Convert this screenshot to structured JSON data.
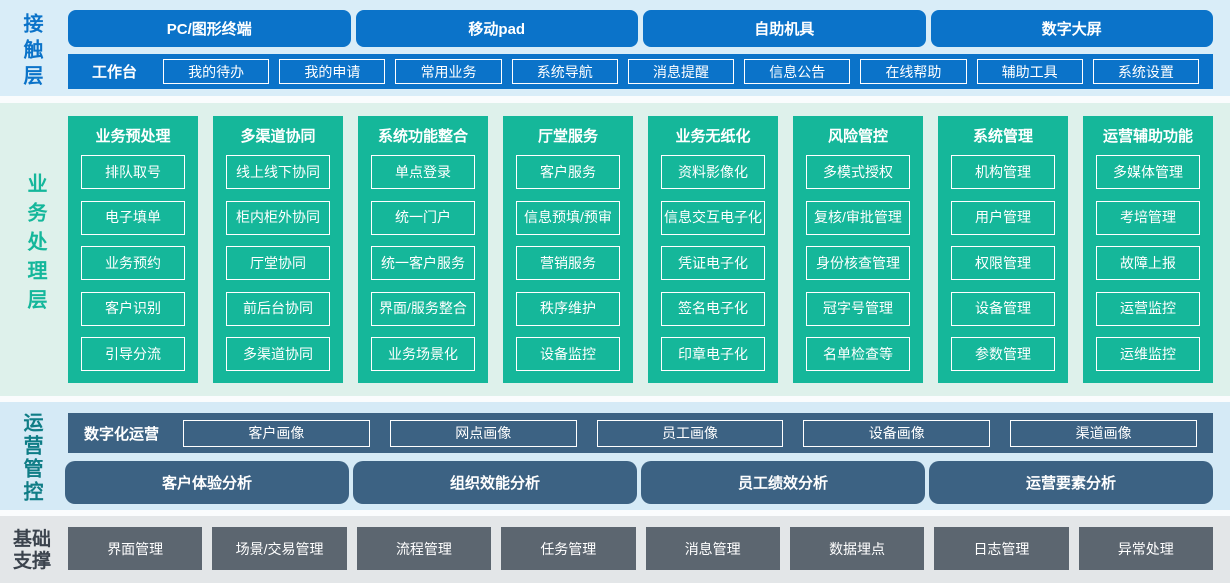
{
  "colors": {
    "blue": "#0b73c9",
    "teal_green": "#15b79a",
    "slate_blue": "#3c6283",
    "gray": "#5c6670",
    "contact_band_bg": "#d9edf8",
    "business_band_bg": "#def1eb",
    "ops_band_bg": "#d5eaf6",
    "support_band_bg": "#e3e6e8",
    "ops_label_color": "#0f7d86",
    "support_label_color": "#3b434d"
  },
  "contact_layer": {
    "label": "接触层",
    "channels": [
      "PC/图形终端",
      "移动pad",
      "自助机具",
      "数字大屏"
    ],
    "workbench": {
      "label": "工作台",
      "items": [
        "我的待办",
        "我的申请",
        "常用业务",
        "系统导航",
        "消息提醒",
        "信息公告",
        "在线帮助",
        "辅助工具",
        "系统设置"
      ]
    }
  },
  "business_layer": {
    "label": "业务处理层",
    "columns": [
      {
        "title": "业务预处理",
        "items": [
          "排队取号",
          "电子填单",
          "业务预约",
          "客户识别",
          "引导分流"
        ]
      },
      {
        "title": "多渠道协同",
        "items": [
          "线上线下协同",
          "柜内柜外协同",
          "厅堂协同",
          "前后台协同",
          "多渠道协同"
        ]
      },
      {
        "title": "系统功能整合",
        "items": [
          "单点登录",
          "统一门户",
          "统一客户服务",
          "界面/服务整合",
          "业务场景化"
        ]
      },
      {
        "title": "厅堂服务",
        "items": [
          "客户服务",
          "信息预填/预审",
          "营销服务",
          "秩序维护",
          "设备监控"
        ]
      },
      {
        "title": "业务无纸化",
        "items": [
          "资料影像化",
          "信息交互电子化",
          "凭证电子化",
          "签名电子化",
          "印章电子化"
        ]
      },
      {
        "title": "风险管控",
        "items": [
          "多模式授权",
          "复核/审批管理",
          "身份核查管理",
          "冠字号管理",
          "名单检查等"
        ]
      },
      {
        "title": "系统管理",
        "items": [
          "机构管理",
          "用户管理",
          "权限管理",
          "设备管理",
          "参数管理"
        ]
      },
      {
        "title": "运营辅助功能",
        "items": [
          "多媒体管理",
          "考培管理",
          "故障上报",
          "运营监控",
          "运维监控"
        ]
      }
    ]
  },
  "ops_layer": {
    "label": "运营管控",
    "digital_ops": {
      "label": "数字化运营",
      "items": [
        "客户画像",
        "网点画像",
        "员工画像",
        "设备画像",
        "渠道画像"
      ]
    },
    "analysis": [
      "客户体验分析",
      "组织效能分析",
      "员工绩效分析",
      "运营要素分析"
    ]
  },
  "support_layer": {
    "label": "基础支撑",
    "items": [
      "界面管理",
      "场景/交易管理",
      "流程管理",
      "任务管理",
      "消息管理",
      "数据埋点",
      "日志管理",
      "异常处理"
    ]
  }
}
